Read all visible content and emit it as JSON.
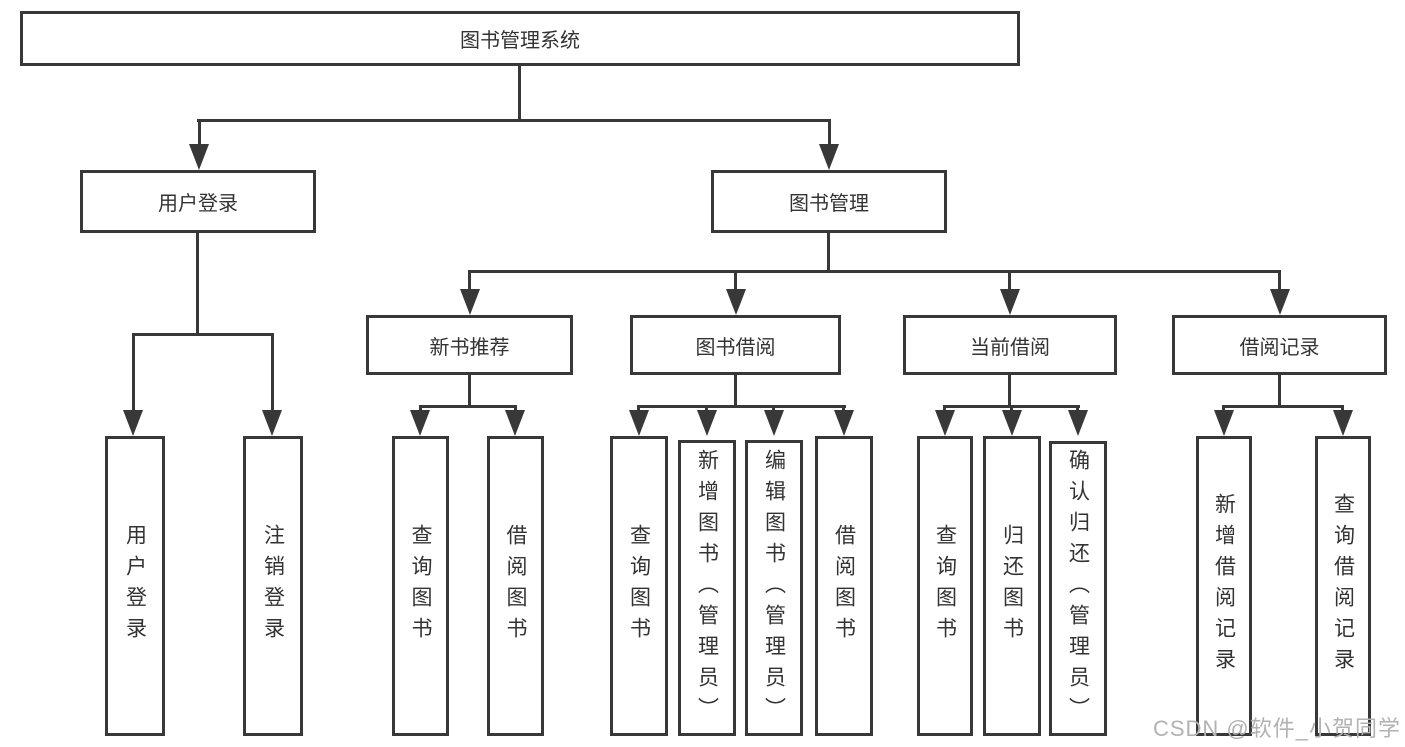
{
  "diagram": {
    "title": "图书管理系统",
    "type": "functional-structure-tree"
  },
  "tree": {
    "label": "图书管理系统",
    "children": [
      {
        "label": "用户登录",
        "children": [
          {
            "label": "用户登录"
          },
          {
            "label": "注销登录"
          }
        ]
      },
      {
        "label": "图书管理",
        "children": [
          {
            "label": "新书推荐",
            "children": [
              {
                "label": "查询图书"
              },
              {
                "label": "借阅图书"
              }
            ]
          },
          {
            "label": "图书借阅",
            "children": [
              {
                "label": "查询图书"
              },
              {
                "label": "新增图书（管理员）"
              },
              {
                "label": "编辑图书（管理员）"
              },
              {
                "label": "借阅图书"
              }
            ]
          },
          {
            "label": "当前借阅",
            "children": [
              {
                "label": "查询图书"
              },
              {
                "label": "归还图书"
              },
              {
                "label": "确认归还（管理员）"
              }
            ]
          },
          {
            "label": "借阅记录",
            "children": [
              {
                "label": "新增借阅记录"
              },
              {
                "label": "查询借阅记录"
              }
            ]
          }
        ]
      }
    ]
  },
  "watermark": {
    "text": "CSDN @软件_小贺同学"
  },
  "colors": {
    "line": "#383838",
    "text": "#333333",
    "watermark": "#b2b2b2",
    "bg": "#ffffff"
  }
}
